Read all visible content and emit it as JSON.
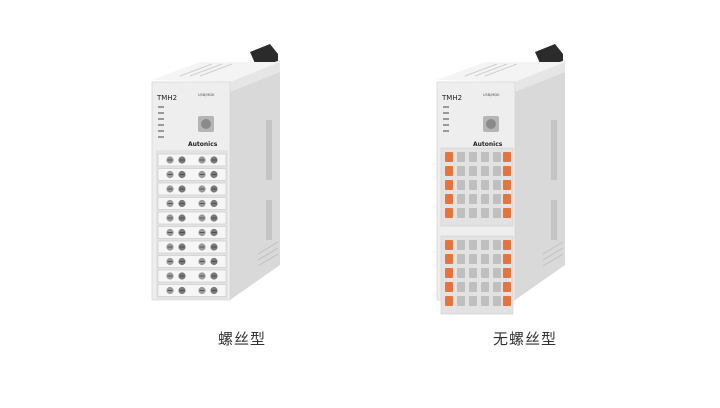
{
  "products": [
    {
      "caption": "螺丝型",
      "model_label": "TMH2",
      "brand_label": "Autonics",
      "port_label": "USB/MDK"
    },
    {
      "caption": "无螺丝型",
      "model_label": "TMH2",
      "brand_label": "Autonics",
      "port_label": "USB/MDK"
    }
  ],
  "colors": {
    "housing": "#eeeeee",
    "housing_shadow": "#d9d9d9",
    "terminal_orange": "#e8743b",
    "terminal_gray": "#bfbfbf",
    "caption_text": "#333333"
  }
}
